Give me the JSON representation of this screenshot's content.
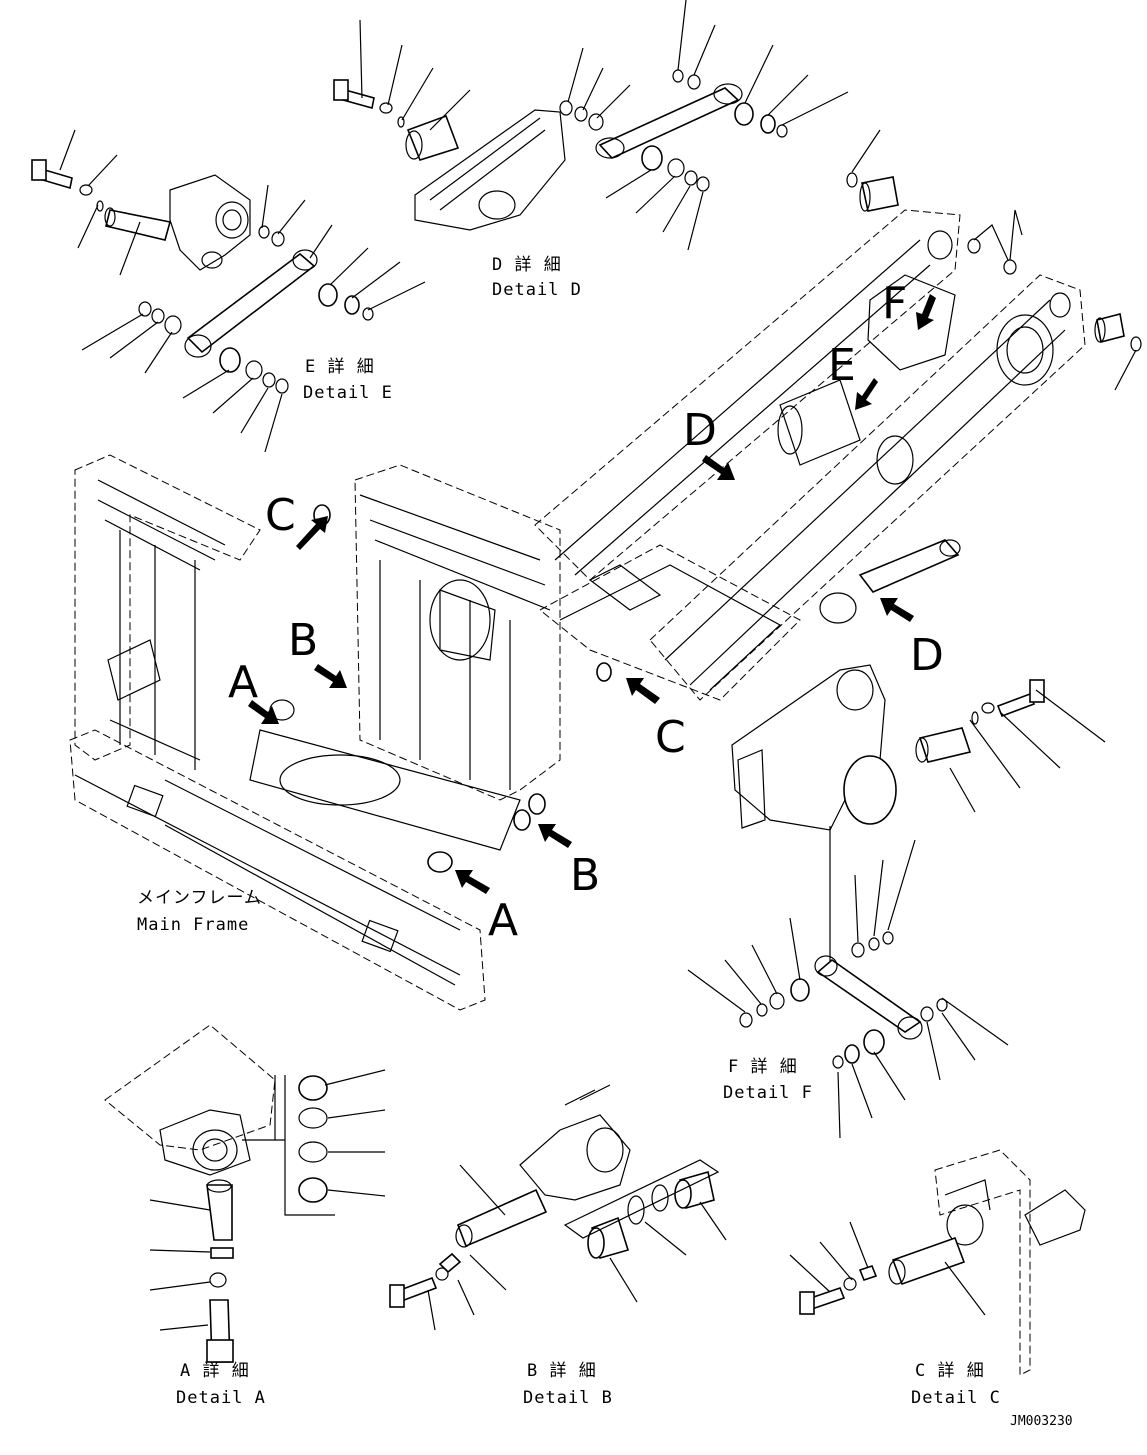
{
  "labels": {
    "detail_d_jp": "D 詳 細",
    "detail_d_en": "Detail D",
    "detail_e_jp": "E 詳 細",
    "detail_e_en": "Detail E",
    "detail_f_jp": "F 詳 細",
    "detail_f_en": "Detail F",
    "detail_a_jp": "A 詳 細",
    "detail_a_en": "Detail A",
    "detail_b_jp": "B 詳 細",
    "detail_b_en": "Detail B",
    "detail_c_jp": "C 詳 細",
    "detail_c_en": "Detail C",
    "main_frame_jp": "メインフレーム",
    "main_frame_en": "Main Frame",
    "drawing_code": "JM003230"
  },
  "callouts": {
    "a": "A",
    "b": "B",
    "c": "C",
    "d": "D",
    "e": "E",
    "f": "F"
  }
}
